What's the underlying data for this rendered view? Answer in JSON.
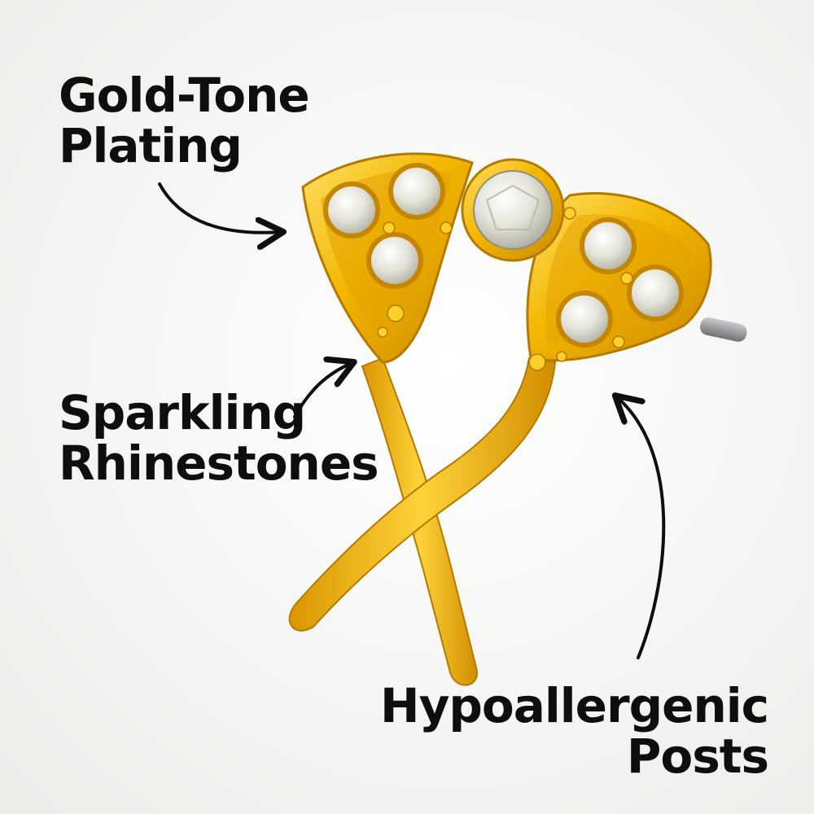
{
  "callouts": {
    "plating": {
      "line1": "Gold-Tone",
      "line2": "Plating"
    },
    "rhinestones": {
      "line1": "Sparkling",
      "line2": "Rhinestones"
    },
    "posts": {
      "line1": "Hypoallergenic",
      "line2": "Posts"
    }
  },
  "colors": {
    "gold_light": "#ffd84a",
    "gold": "#f1b400",
    "gold_dark": "#c98a00",
    "stone": "#e6e6dc",
    "post": "#8f9396",
    "text": "#0e0e0e"
  }
}
